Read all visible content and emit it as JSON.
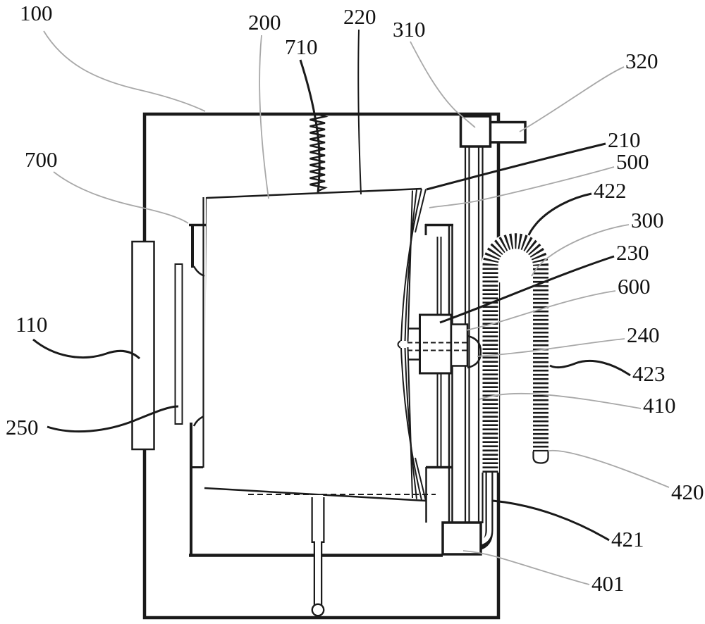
{
  "figure": {
    "kind": "patent-line-drawing",
    "subject": "washing-machine sectional schematic with numbered parts",
    "colors": {
      "line": "#1a1a1a",
      "leader_gray": "#a8a8a8",
      "background": "#ffffff"
    }
  },
  "labels": {
    "l100": {
      "text": "100"
    },
    "l200": {
      "text": "200"
    },
    "l220": {
      "text": "220"
    },
    "l710": {
      "text": "710"
    },
    "l310": {
      "text": "310"
    },
    "l320": {
      "text": "320"
    },
    "l700": {
      "text": "700"
    },
    "l210": {
      "text": "210"
    },
    "l500": {
      "text": "500"
    },
    "l422": {
      "text": "422"
    },
    "l300": {
      "text": "300"
    },
    "l230": {
      "text": "230"
    },
    "l600": {
      "text": "600"
    },
    "l110": {
      "text": "110"
    },
    "l240": {
      "text": "240"
    },
    "l423": {
      "text": "423"
    },
    "l410": {
      "text": "410"
    },
    "l250": {
      "text": "250"
    },
    "l420": {
      "text": "420"
    },
    "l421": {
      "text": "421"
    },
    "l401": {
      "text": "401"
    }
  }
}
